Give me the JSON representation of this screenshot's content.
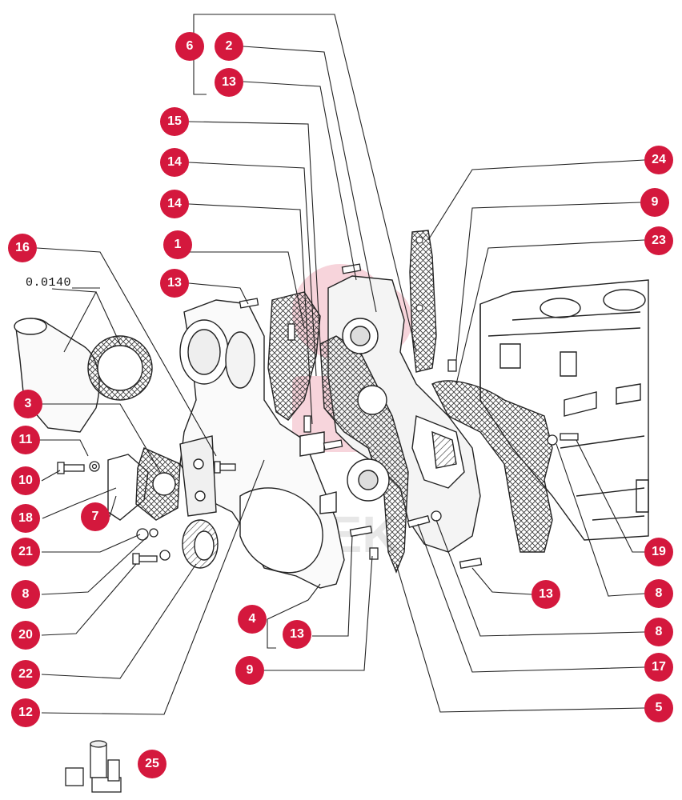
{
  "diagram": {
    "code": "0.0140",
    "watermark": "IVTEK",
    "line_color": "#222222",
    "callout_color": "#d4183d",
    "callouts": [
      {
        "id": "c6",
        "label": "6"
      },
      {
        "id": "c2",
        "label": "2"
      },
      {
        "id": "c13a",
        "label": "13"
      },
      {
        "id": "c15",
        "label": "15"
      },
      {
        "id": "c14a",
        "label": "14"
      },
      {
        "id": "c14b",
        "label": "14"
      },
      {
        "id": "c16",
        "label": "16"
      },
      {
        "id": "c1",
        "label": "1"
      },
      {
        "id": "c13b",
        "label": "13"
      },
      {
        "id": "c3",
        "label": "3"
      },
      {
        "id": "c11",
        "label": "11"
      },
      {
        "id": "c10",
        "label": "10"
      },
      {
        "id": "c18",
        "label": "18"
      },
      {
        "id": "c7",
        "label": "7"
      },
      {
        "id": "c21",
        "label": "21"
      },
      {
        "id": "c8a",
        "label": "8"
      },
      {
        "id": "c20",
        "label": "20"
      },
      {
        "id": "c22",
        "label": "22"
      },
      {
        "id": "c12",
        "label": "12"
      },
      {
        "id": "c25",
        "label": "25"
      },
      {
        "id": "c4",
        "label": "4"
      },
      {
        "id": "c13c",
        "label": "13"
      },
      {
        "id": "c9a",
        "label": "9"
      },
      {
        "id": "c24",
        "label": "24"
      },
      {
        "id": "c9b",
        "label": "9"
      },
      {
        "id": "c23",
        "label": "23"
      },
      {
        "id": "c19",
        "label": "19"
      },
      {
        "id": "c8b",
        "label": "8"
      },
      {
        "id": "c13d",
        "label": "13"
      },
      {
        "id": "c8c",
        "label": "8"
      },
      {
        "id": "c17",
        "label": "17"
      },
      {
        "id": "c5",
        "label": "5"
      }
    ]
  }
}
